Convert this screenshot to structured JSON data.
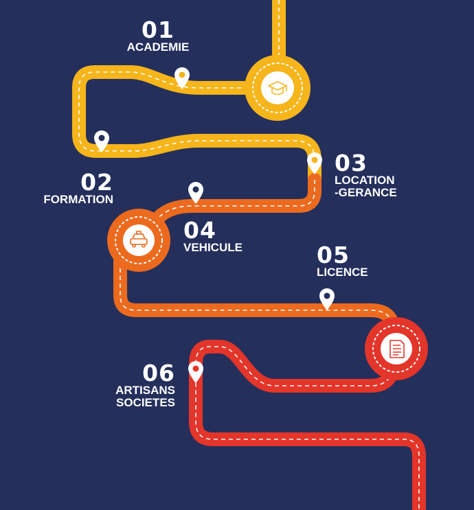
{
  "colors": {
    "background": "#242f5c",
    "yellow": "#f5b51b",
    "orange": "#ec6a1e",
    "red": "#e3352a",
    "white": "#ffffff"
  },
  "steps": [
    {
      "number": "01",
      "label": "ACADEMIE",
      "icon": "graduation-cap-icon"
    },
    {
      "number": "02",
      "label": "FORMATION"
    },
    {
      "number": "03",
      "label_lines": [
        "LOCATION",
        "-GERANCE"
      ]
    },
    {
      "number": "04",
      "label": "VEHICULE",
      "icon": "taxi-icon"
    },
    {
      "number": "05",
      "label": "LICENCE",
      "icon": "document-icon"
    },
    {
      "number": "06",
      "label_lines": [
        "ARTISANS",
        "SOCIETES"
      ]
    }
  ]
}
